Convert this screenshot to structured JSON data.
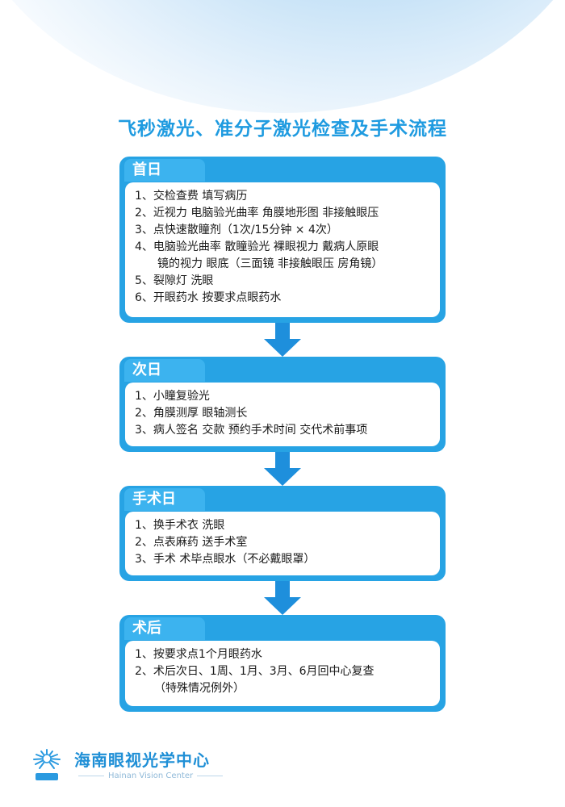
{
  "title": "飞秒激光、准分子激光检查及手术流程",
  "steps": [
    {
      "label": "首日",
      "items": [
        [
          "1、交检查费 填写病历"
        ],
        [
          "2、近视力 电脑验光曲率 角膜地形图 非接触眼压"
        ],
        [
          "3、点快速散瞳剂（1次/15分钟 × 4次）"
        ],
        [
          "4、电脑验光曲率 散瞳验光 裸眼视力 戴病人原眼",
          "镜的视力 眼底（三面镜 非接触眼压 房角镜）"
        ],
        [
          "5、裂隙灯 洗眼"
        ],
        [
          "6、开眼药水 按要求点眼药水"
        ]
      ]
    },
    {
      "label": "次日",
      "items": [
        [
          "1、小瞳复验光"
        ],
        [
          "2、角膜测厚 眼轴测长"
        ],
        [
          "3、病人签名 交款 预约手术时间 交代术前事项"
        ]
      ]
    },
    {
      "label": "手术日",
      "items": [
        [
          "1、换手术衣 洗眼"
        ],
        [
          "2、点表麻药 送手术室"
        ],
        [
          "3、手术 术毕点眼水（不必戴眼罩）"
        ]
      ]
    },
    {
      "label": "术后",
      "items": [
        [
          "1、按要求点1个月眼药水"
        ],
        [
          "2、术后次日、1周、1月、3月、6月回中心复查",
          "（特殊情况例外）"
        ]
      ]
    }
  ],
  "footer": {
    "name": "海南眼视光学中心",
    "english": "Hainan Vision Center",
    "logo_icon": "eye-sunburst-icon"
  },
  "colors": {
    "accent": "#27a3e4",
    "title": "#1f9be0",
    "arrow": "#1e8fdc"
  }
}
